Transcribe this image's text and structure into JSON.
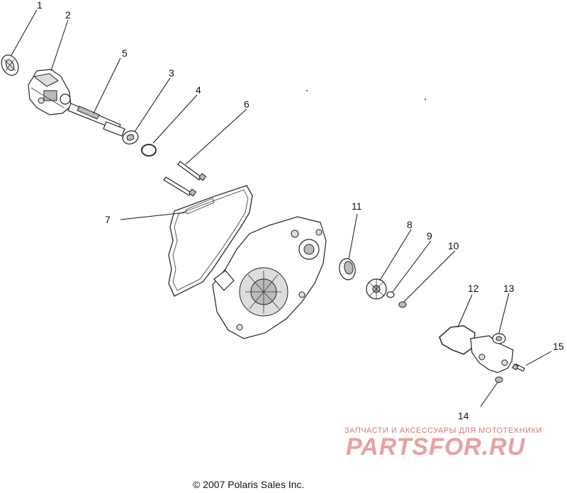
{
  "diagram": {
    "callouts": [
      {
        "id": "1",
        "label": "1"
      },
      {
        "id": "2",
        "label": "2"
      },
      {
        "id": "3",
        "label": "3"
      },
      {
        "id": "4",
        "label": "4"
      },
      {
        "id": "5",
        "label": "5"
      },
      {
        "id": "6",
        "label": "6"
      },
      {
        "id": "7",
        "label": "7"
      },
      {
        "id": "8",
        "label": "8"
      },
      {
        "id": "9",
        "label": "9"
      },
      {
        "id": "10",
        "label": "10"
      },
      {
        "id": "11",
        "label": "11"
      },
      {
        "id": "12",
        "label": "12"
      },
      {
        "id": "13",
        "label": "13"
      },
      {
        "id": "14",
        "label": "14"
      },
      {
        "id": "15",
        "label": "15"
      }
    ]
  },
  "footer": {
    "copyright": "© 2007 Polaris Sales Inc."
  },
  "watermark": {
    "tagline": "ЗАПЧАСТИ И АКСЕССУАРЫ ДЛЯ МОТОТЕХНИКИ",
    "logo": "PARTSFOR.RU"
  }
}
